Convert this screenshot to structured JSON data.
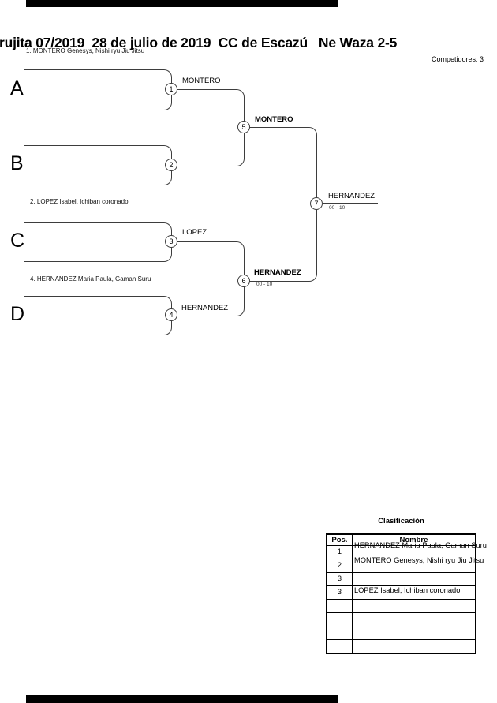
{
  "page": {
    "edge_bar_color": "#000000",
    "line_color": "#3d3d3d"
  },
  "header": {
    "title": "rujita 07/2019  28 de julio de 2019  CC de Escazú   Ne Waza 2-5",
    "competitors_label": "Competidores: 3"
  },
  "bracket": {
    "slots": [
      "A",
      "B",
      "C",
      "D"
    ],
    "seeds": [
      "1. MONTERO Genesys, Nishi ryu Jiu Jitsu",
      "2. LOPEZ Isabel, Ichiban coronado",
      "4. HERNANDEZ Maria Paula, Gaman Suru"
    ],
    "round1": [
      {
        "num": "1",
        "winner": "MONTERO"
      },
      {
        "num": "2",
        "winner": ""
      },
      {
        "num": "3",
        "winner": "LOPEZ"
      },
      {
        "num": "4",
        "winner": "HERNANDEZ"
      }
    ],
    "semifinals": [
      {
        "num": "5",
        "winner": "MONTERO",
        "score": ""
      },
      {
        "num": "6",
        "winner": "HERNANDEZ",
        "score": "00 - 10"
      }
    ],
    "final": {
      "num": "7",
      "winner": "HERNANDEZ",
      "score": "00 - 10"
    }
  },
  "classification": {
    "title": "Clasificación",
    "columns": [
      "Pos.",
      "Nombre"
    ],
    "rows": [
      {
        "pos": "1",
        "name": "HERNANDEZ Maria Paula, Gaman Suru"
      },
      {
        "pos": "2",
        "name": "MONTERO Genesys, Nishi ryu Jiu Jitsu"
      },
      {
        "pos": "3",
        "name": ""
      },
      {
        "pos": "3",
        "name": "LOPEZ Isabel, Ichiban coronado"
      },
      {
        "pos": "",
        "name": ""
      },
      {
        "pos": "",
        "name": ""
      },
      {
        "pos": "",
        "name": ""
      },
      {
        "pos": "",
        "name": ""
      }
    ]
  }
}
